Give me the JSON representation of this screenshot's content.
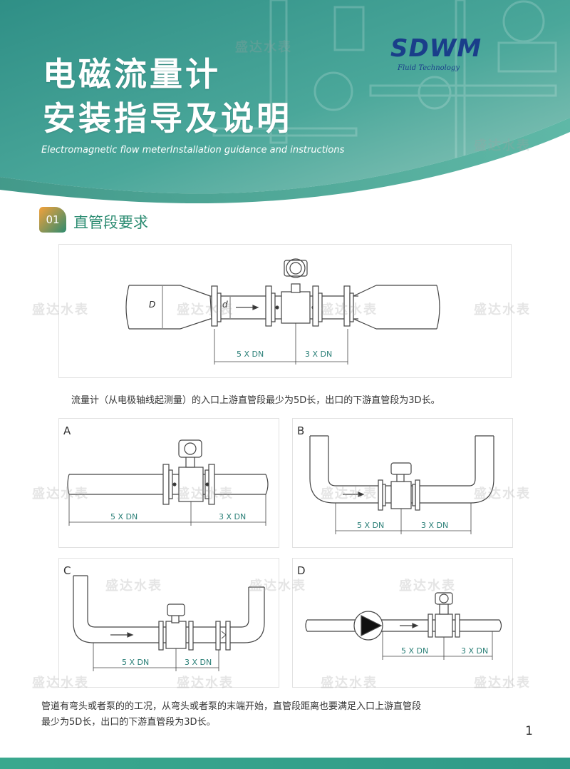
{
  "header": {
    "title_line1": "电磁流量计",
    "title_line2": "安装指导及说明",
    "subtitle": "Electromagnetic flow meterInstallation guidance and instructions",
    "logo_text": "SDWM",
    "logo_sub": "Fluid Technology"
  },
  "section": {
    "number": "01",
    "title": "直管段要求"
  },
  "diagrams": {
    "main": {
      "upstream": "5 X DN",
      "downstream": "3 X DN",
      "big_d": "D",
      "small_d": "d"
    },
    "a": {
      "label": "A",
      "upstream": "5 X DN",
      "downstream": "3 X DN"
    },
    "b": {
      "label": "B",
      "upstream": "5 X DN",
      "downstream": "3 X DN"
    },
    "c": {
      "label": "C",
      "upstream": "5 X DN",
      "downstream": "3 X DN"
    },
    "d": {
      "label": "D",
      "upstream": "5 X DN",
      "downstream": "3 X DN"
    }
  },
  "captions": {
    "first": "流量计（从电极轴线起测量）的入口上游直管段最少为5D长，出口的下游直管段为3D长。",
    "second_line1": "管道有弯头或者泵的的工况，从弯头或者泵的末端开始，直管段距离也要满足入口上游直管段",
    "second_line2": "最少为5D长，出口的下游直管段为3D长。"
  },
  "watermark": "盛达水表",
  "page_number": "1",
  "colors": {
    "accent": "#2c8c72",
    "brand": "#1a3e8a",
    "dimension": "#2a7f77",
    "badge_orange": "#f4a13a"
  }
}
